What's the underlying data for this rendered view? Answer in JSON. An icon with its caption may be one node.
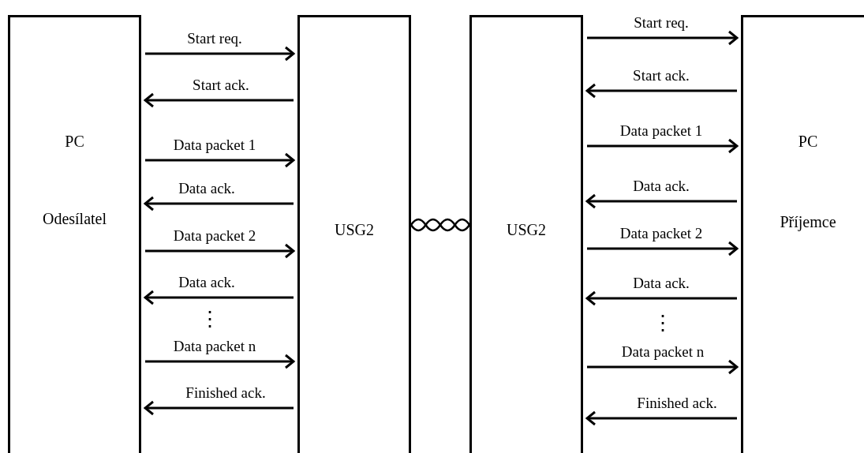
{
  "diagram": {
    "nodes": [
      {
        "text": [
          "PC",
          "Odesílatel"
        ]
      },
      {
        "text": [
          "USG2"
        ]
      },
      {
        "text": [
          "USG2"
        ]
      },
      {
        "text": [
          "PC",
          "Příjemce"
        ]
      }
    ],
    "edges": [
      {
        "from": 0,
        "to": 1,
        "arrow": "to",
        "label": "Start req."
      },
      {
        "from": 1,
        "to": 0,
        "arrow": "to",
        "label": "Start ack."
      },
      {
        "from": 0,
        "to": 1,
        "arrow": "to",
        "label": "Data packet 1"
      },
      {
        "from": 1,
        "to": 0,
        "arrow": "to",
        "label": "Data ack."
      },
      {
        "from": 0,
        "to": 1,
        "arrow": "to",
        "label": "Data packet 2"
      },
      {
        "from": 1,
        "to": 0,
        "arrow": "to",
        "label": "Data ack."
      },
      {
        "from": 0,
        "to": 1,
        "arrow": "to",
        "label": "Data packet n"
      },
      {
        "from": 1,
        "to": 0,
        "arrow": "to",
        "label": "Finished ack."
      },
      {
        "from": 2,
        "to": 3,
        "arrow": "to",
        "label": "Start req."
      },
      {
        "from": 3,
        "to": 2,
        "arrow": "to",
        "label": "Start ack."
      },
      {
        "from": 2,
        "to": 3,
        "arrow": "to",
        "label": "Data packet 1"
      },
      {
        "from": 3,
        "to": 2,
        "arrow": "to",
        "label": "Data ack."
      },
      {
        "from": 2,
        "to": 3,
        "arrow": "to",
        "label": "Data packet 2"
      },
      {
        "from": 3,
        "to": 2,
        "arrow": "to",
        "label": "Data ack."
      },
      {
        "from": 2,
        "to": 3,
        "arrow": "to",
        "label": "Data packet n"
      },
      {
        "from": 3,
        "to": 2,
        "arrow": "to",
        "label": "Finished ack."
      },
      {
        "from": 1,
        "to": 2,
        "arrow": "none"
      }
    ],
    "labels": [
      "⋮",
      "⋮"
    ]
  }
}
